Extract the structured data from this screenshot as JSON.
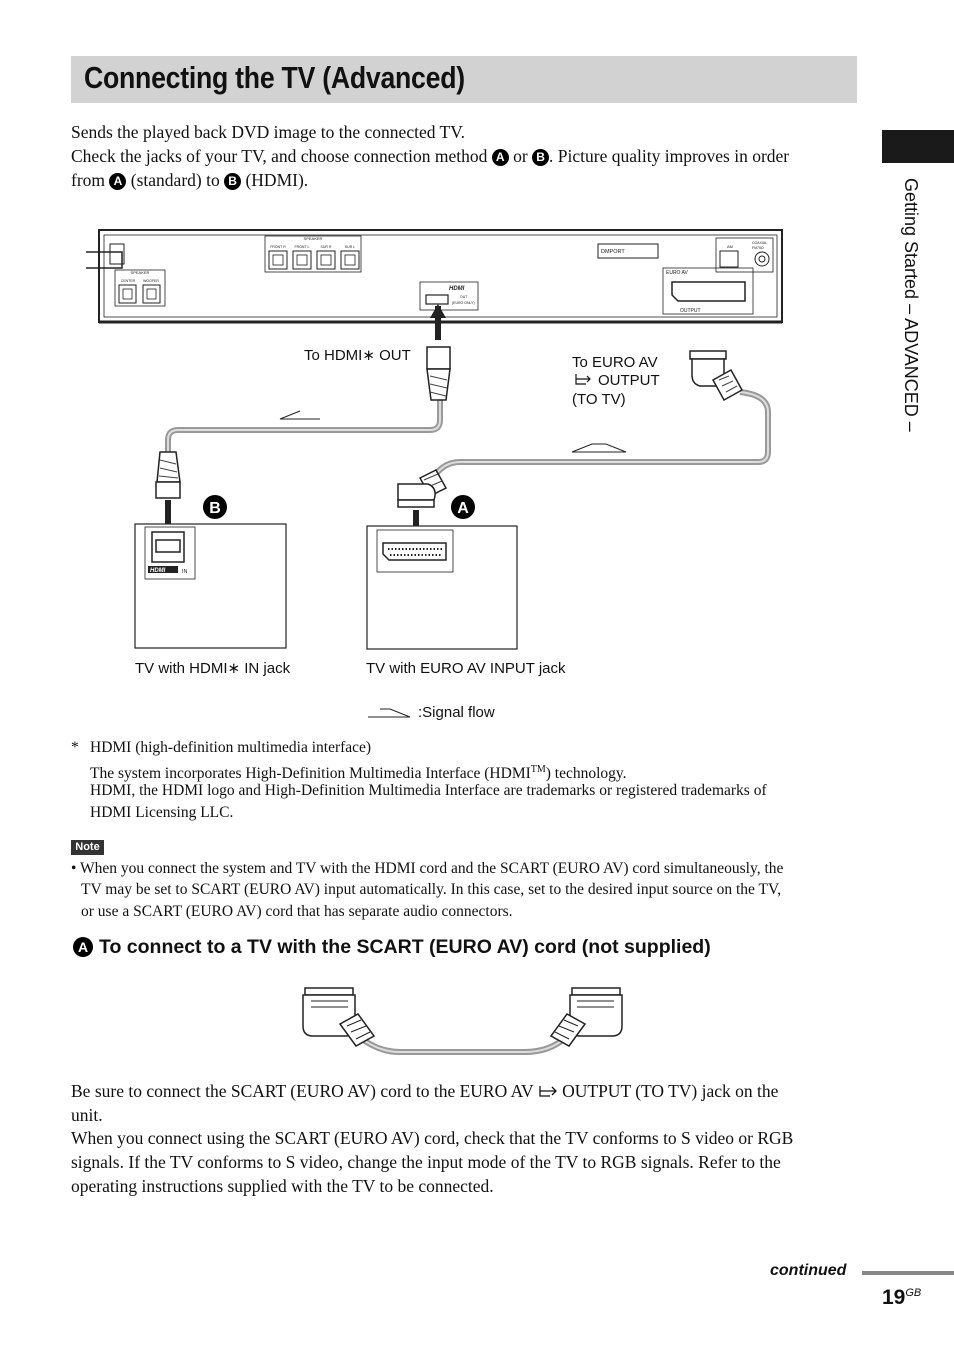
{
  "page": {
    "title": "Connecting the TV (Advanced)",
    "side_tab": "Getting Started – ADVANCED –",
    "continued": "continued",
    "page_number": "19",
    "page_suffix": "GB"
  },
  "intro": {
    "line1": "Sends the played back DVD image to the connected TV.",
    "line2_a": "Check the jacks of your TV, and choose connection method ",
    "or": " or ",
    "line2_b": ". Picture quality improves in order",
    "line3_a": "from ",
    "line3_b": " (standard) to ",
    "line3_c": " (HDMI).",
    "marker_a": "A",
    "marker_b": "B"
  },
  "diagram": {
    "to_hdmi_out": "To HDMI∗ OUT",
    "to_euro_av_1": "To EURO AV",
    "to_euro_av_2": "OUTPUT",
    "to_euro_av_3": "(TO TV)",
    "tv_hdmi": "TV with HDMI∗ IN jack",
    "tv_euro": "TV with EURO AV INPUT jack",
    "signal_flow": ":Signal flow",
    "marker_a": "A",
    "marker_b": "B",
    "panel": {
      "speaker": "SPEAKER",
      "front_r": "FRONT R",
      "front_l": "FRONT L",
      "sur_r": "SUR R",
      "sur_l": "SUR L",
      "speaker2": "SPEAKER",
      "center": "CENTER",
      "woofer": "WOOFER",
      "dmport": "DMPORT",
      "am": "AM",
      "coaxial": "COAXIAL",
      "fm": "FM75Ω",
      "euro_av": "EURO AV",
      "output": "OUTPUT",
      "hdmi_logo": "HDMI",
      "out": "OUT",
      "euro_only": "(EURO ONLY)",
      "hdmi_in_logo": "HDMI",
      "in": "IN"
    }
  },
  "footnote": {
    "star": "*",
    "line1": "HDMI (high-definition multimedia interface)",
    "line2_a": "The system incorporates High-Definition Multimedia Interface (HDMI",
    "tm": "TM",
    "line2_b": ") technology.",
    "line3": "HDMI, the HDMI logo and High-Definition Multimedia Interface are trademarks or registered trademarks of",
    "line4": "HDMI Licensing LLC."
  },
  "note": {
    "label": "Note",
    "line1": "• When you connect the system and TV with the HDMI cord and the SCART (EURO AV) cord simultaneously, the",
    "line2": "TV may be set to SCART (EURO AV) input automatically. In this case, set to the desired input source on the TV,",
    "line3": "or use a SCART (EURO AV) cord that has separate audio connectors."
  },
  "section_a": {
    "marker": "A",
    "heading": "To connect to a TV with the SCART (EURO AV) cord (not supplied)",
    "p1_a": "Be sure to connect the SCART (EURO AV) cord to the EURO AV ",
    "p1_b": " OUTPUT (TO TV) jack on the",
    "p1_c": "unit.",
    "p2_1": "When you connect using the SCART (EURO AV) cord, check that the TV conforms to S video or RGB",
    "p2_2": "signals. If the TV conforms to S video, change the input mode of the TV to RGB signals. Refer to the",
    "p2_3": "operating instructions supplied with the TV to be connected."
  },
  "colors": {
    "title_bar": "#d2d2d2",
    "side_tab": "#1a1a1a",
    "cable": "#aaaaaa"
  }
}
